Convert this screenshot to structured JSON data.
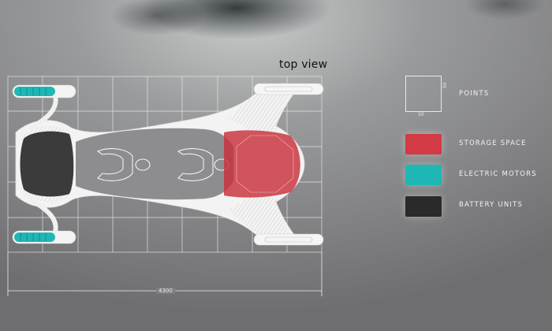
{
  "title": "top view",
  "dimension": {
    "length": "4300"
  },
  "legend": {
    "points": {
      "label": "points",
      "width": "50",
      "height": "50"
    },
    "items": [
      {
        "key": "storage",
        "label": "storage space",
        "color": "#d23a44"
      },
      {
        "key": "motors",
        "label": "electric motors",
        "color": "#1fb7b5"
      },
      {
        "key": "battery",
        "label": "battery units",
        "color": "#2a2a2a"
      }
    ]
  },
  "colors": {
    "background": "#7e7e80",
    "grid": "#f0f0f0",
    "body": "#f4f4f4"
  }
}
